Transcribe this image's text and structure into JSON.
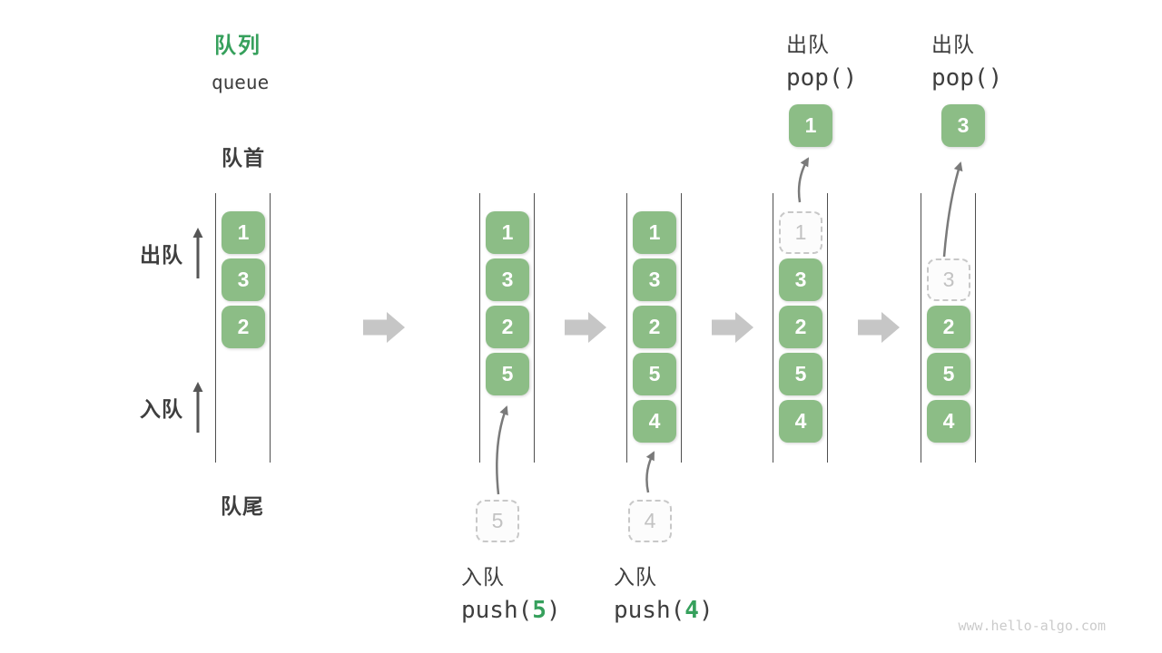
{
  "title": {
    "zh": "队列",
    "en": "queue"
  },
  "side_labels": {
    "front": "队首",
    "rear": "队尾",
    "dequeue": "出队",
    "enqueue": "入队"
  },
  "operations": [
    {
      "id": "push-5",
      "zh": "入队",
      "code_before": "push(",
      "arg": "5",
      "code_after": ")"
    },
    {
      "id": "push-4",
      "zh": "入队",
      "code_before": "push(",
      "arg": "4",
      "code_after": ")"
    },
    {
      "id": "pop-1",
      "zh": "出队",
      "code": "pop()"
    },
    {
      "id": "pop-2",
      "zh": "出队",
      "code": "pop()"
    }
  ],
  "queue_states": [
    {
      "cells": [
        {
          "slot": 1,
          "value": "1",
          "style": "filled"
        },
        {
          "slot": 2,
          "value": "3",
          "style": "filled"
        },
        {
          "slot": 3,
          "value": "2",
          "style": "filled"
        }
      ]
    },
    {
      "cells": [
        {
          "slot": 1,
          "value": "1",
          "style": "filled"
        },
        {
          "slot": 2,
          "value": "3",
          "style": "filled"
        },
        {
          "slot": 3,
          "value": "2",
          "style": "filled"
        },
        {
          "slot": 4,
          "value": "5",
          "style": "filled"
        }
      ],
      "staged_value": "5"
    },
    {
      "cells": [
        {
          "slot": 1,
          "value": "1",
          "style": "filled"
        },
        {
          "slot": 2,
          "value": "3",
          "style": "filled"
        },
        {
          "slot": 3,
          "value": "2",
          "style": "filled"
        },
        {
          "slot": 4,
          "value": "5",
          "style": "filled"
        },
        {
          "slot": 5,
          "value": "4",
          "style": "filled"
        }
      ],
      "staged_value": "4"
    },
    {
      "cells": [
        {
          "slot": 1,
          "value": "1",
          "style": "ghost"
        },
        {
          "slot": 2,
          "value": "3",
          "style": "filled"
        },
        {
          "slot": 3,
          "value": "2",
          "style": "filled"
        },
        {
          "slot": 4,
          "value": "5",
          "style": "filled"
        },
        {
          "slot": 5,
          "value": "4",
          "style": "filled"
        }
      ],
      "popped_value": "1"
    },
    {
      "cells": [
        {
          "slot": 2,
          "value": "3",
          "style": "ghost"
        },
        {
          "slot": 3,
          "value": "2",
          "style": "filled"
        },
        {
          "slot": 4,
          "value": "5",
          "style": "filled"
        },
        {
          "slot": 5,
          "value": "4",
          "style": "filled"
        }
      ],
      "popped_value": "3"
    }
  ],
  "watermark": "www.hello-algo.com",
  "colors": {
    "cell_green": "#8cbd86",
    "accent_green": "#36a05c",
    "text_dark": "#3e3e3e",
    "ghost_gray": "#c8c8c8",
    "step_arrow_gray": "#c6c6c6"
  }
}
